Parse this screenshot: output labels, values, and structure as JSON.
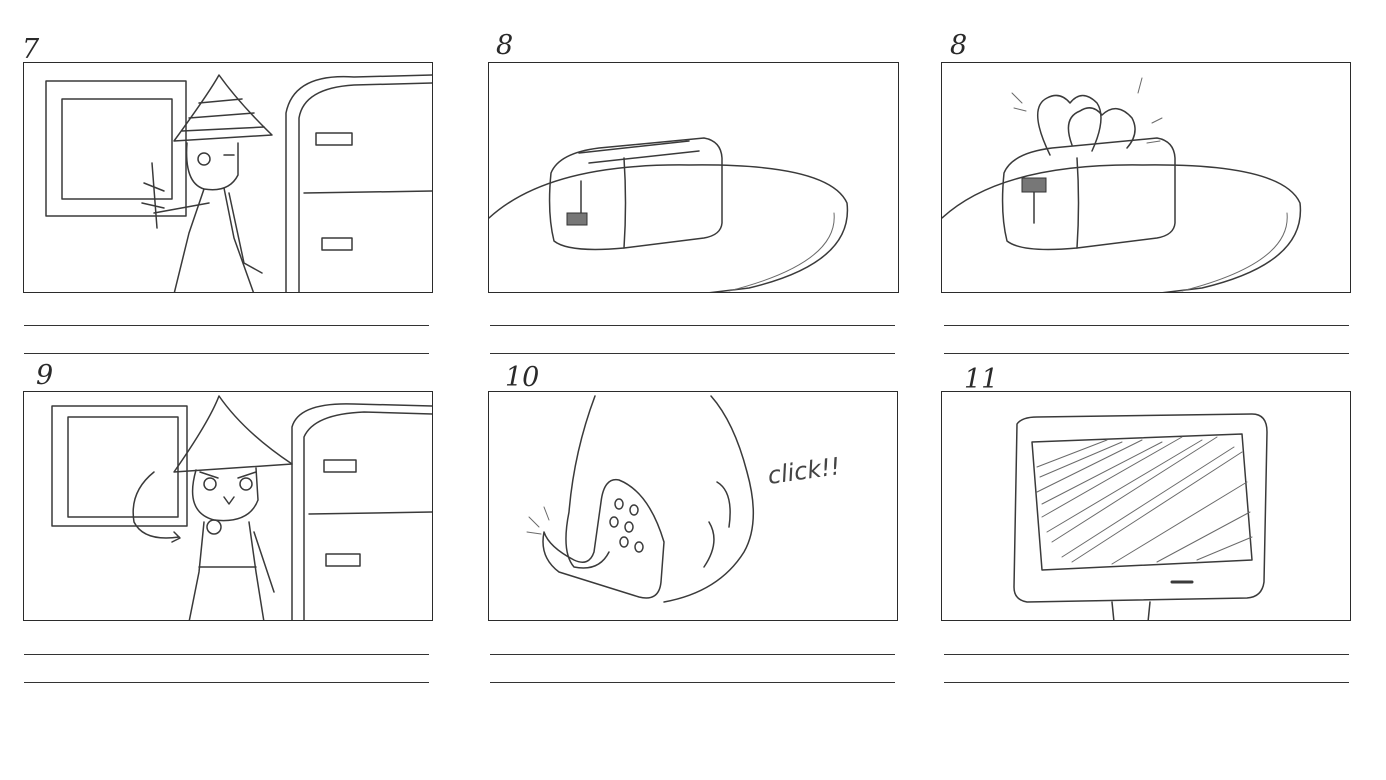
{
  "panels": [
    {
      "number": "7",
      "sketch": "witch-walking-past-fridge"
    },
    {
      "number": "8",
      "sketch": "toaster-on-table"
    },
    {
      "number": "8",
      "sketch": "toaster-popping-toast"
    },
    {
      "number": "9",
      "sketch": "witch-angry-with-remote"
    },
    {
      "number": "10",
      "sketch": "hand-pressing-remote",
      "sfx": "click!!"
    },
    {
      "number": "11",
      "sketch": "tv-screen"
    }
  ],
  "colors": {
    "ink": "#2b2b2b",
    "paper": "#ffffff"
  }
}
